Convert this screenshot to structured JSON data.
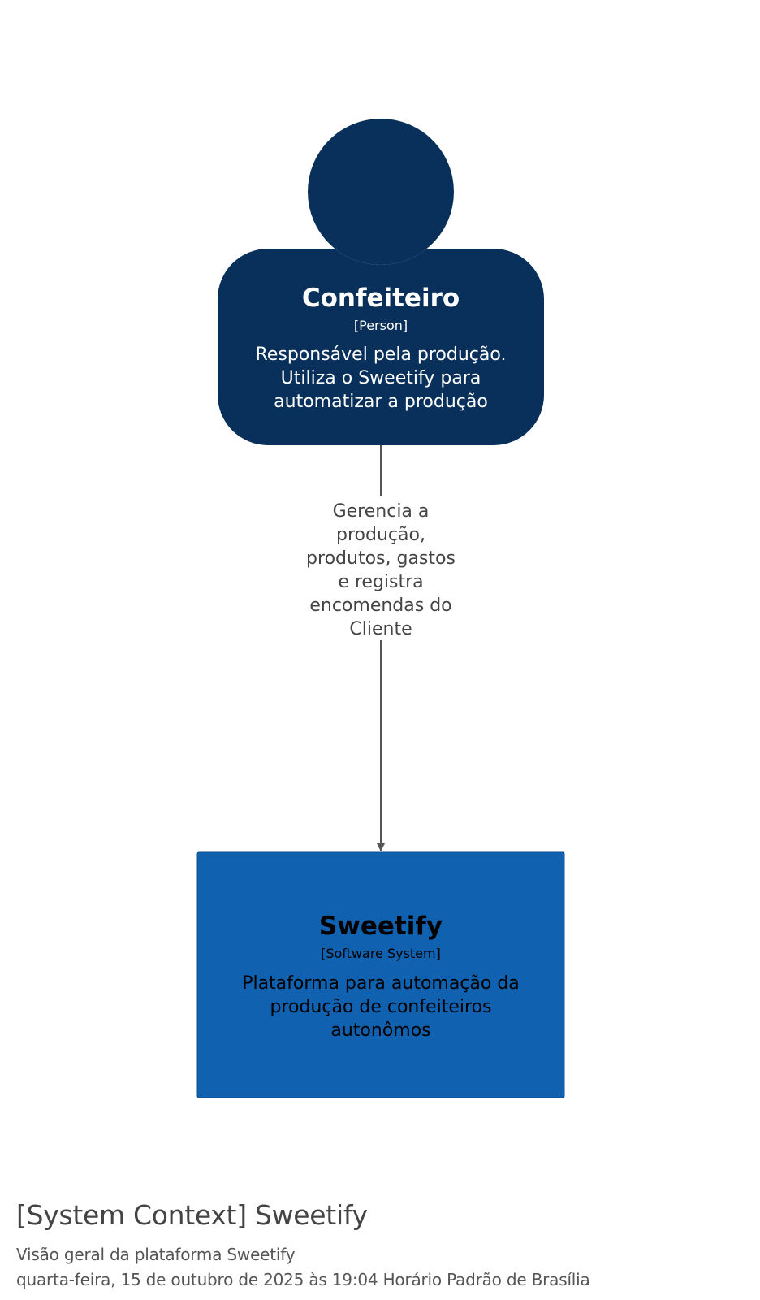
{
  "colors": {
    "person_fill": "#08305A",
    "system_fill": "#1061B0",
    "edge": "#555555",
    "person_text": "#ffffff",
    "system_text": "#000000",
    "edge_text": "#444444"
  },
  "person": {
    "name": "Confeiteiro",
    "type": "[Person]",
    "description": [
      "Responsável pela produção.",
      "Utiliza o Sweetify para",
      "automatizar a produção"
    ]
  },
  "relationship": {
    "description": [
      "Gerencia a",
      "produção,",
      "produtos, gastos",
      "e registra",
      "encomendas do",
      "Cliente"
    ]
  },
  "system": {
    "name": "Sweetify",
    "type": "[Software System]",
    "description": [
      "Plataforma para automação da",
      "produção de confeiteiros",
      "autonômos"
    ]
  },
  "footer": {
    "title": "[System Context] Sweetify",
    "description": "Visão geral da plataforma Sweetify",
    "date": "quarta-feira, 15 de outubro de 2025 às 19:04 Horário Padrão de Brasília"
  }
}
